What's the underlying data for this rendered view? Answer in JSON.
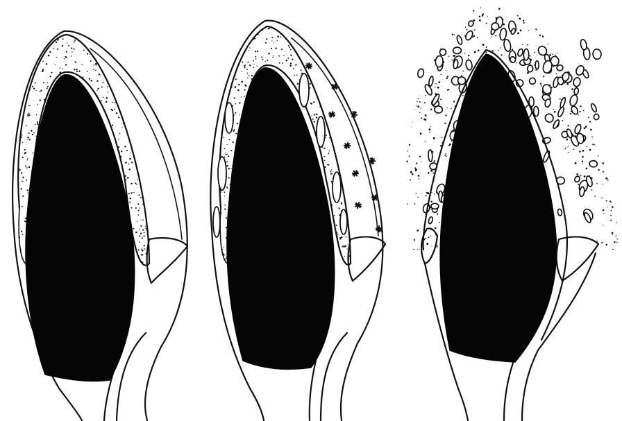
{
  "figure": {
    "panels": [
      {
        "id": "left",
        "stipple": "dense-band",
        "inclusions": "none"
      },
      {
        "id": "middle",
        "stipple": "dense-band",
        "inclusions": "star-marks"
      },
      {
        "id": "right",
        "stipple": "scattered-cloud",
        "inclusions": "ring-cells"
      }
    ],
    "colors": {
      "ink": "#111111",
      "fill": "#050505",
      "paper": "#ffffff"
    }
  }
}
